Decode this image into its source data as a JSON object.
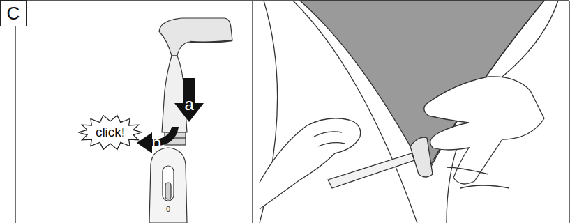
{
  "diagram": {
    "nodes": [
      {
        "text": [
          "C"
        ]
      },
      {
        "text": [
          "click!"
        ]
      }
    ],
    "labels": [
      "a",
      "b",
      "0"
    ]
  }
}
